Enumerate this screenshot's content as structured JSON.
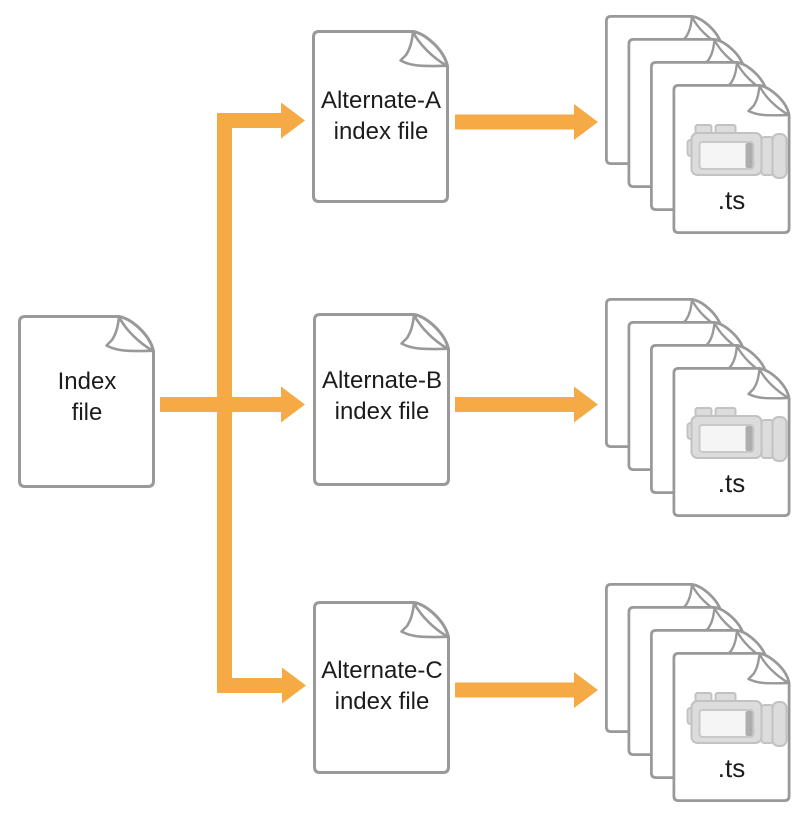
{
  "diagram": {
    "kind": "flow-diagram",
    "background": "#ffffff"
  },
  "colors": {
    "arrow": "#F6AA45",
    "doc_border": "#999999",
    "doc_fill": "#ffffff",
    "text": "#1c1c1c",
    "camera_fill": "#DCDCDC",
    "camera_border": "#C2C2C2",
    "camera_screen": "#F5F5F5",
    "camera_strip": "#ADADAD"
  },
  "docs": {
    "index": {
      "label": "Index\nfile"
    },
    "alternate_a": {
      "label": "Alternate-A\nindex file"
    },
    "alternate_b": {
      "label": "Alternate-B\nindex file"
    },
    "alternate_c": {
      "label": "Alternate-C\nindex file"
    }
  },
  "stacks": {
    "a": {
      "label": ".ts",
      "page_count": 4
    },
    "b": {
      "label": ".ts",
      "page_count": 4
    },
    "c": {
      "label": ".ts",
      "page_count": 4
    }
  },
  "icons": {
    "video_camera": "video-camera-icon",
    "document_fold": "document-dogear-icon"
  }
}
